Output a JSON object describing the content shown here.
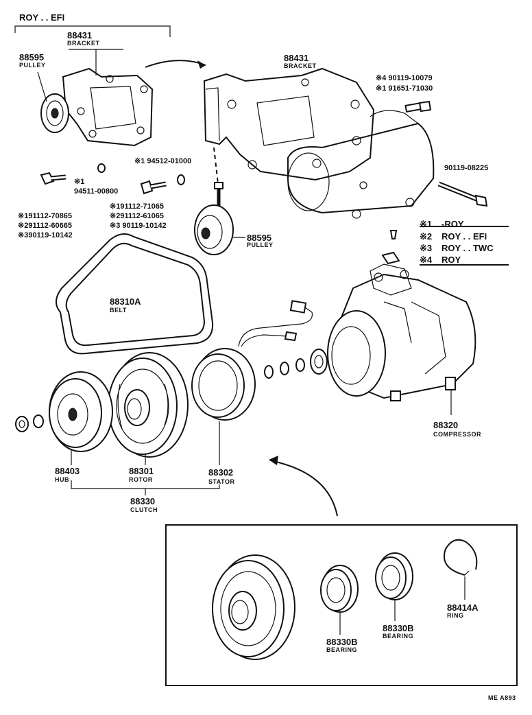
{
  "header": {
    "title": "ROY . . EFI"
  },
  "labels": {
    "bracket_inset_num": "88431",
    "bracket_inset_name": "BRACKET",
    "pulley_inset_num": "88595",
    "pulley_inset_name": "PULLEY",
    "bracket_num": "88431",
    "bracket_name": "BRACKET",
    "bolt_4": "※4 90119-10079",
    "bolt_1": "※1 91651-71030",
    "bolt_long": "90119-08225",
    "washer_1": "※1 94512-01000",
    "washer_2_mark": "※1",
    "washer_2_num": "94511-00800",
    "bolt_a1": "※191112-71065",
    "bolt_a2": "※291112-61065",
    "bolt_a3": "※3 90119-10142",
    "bolt_b1": "※191112-70865",
    "bolt_b2": "※291112-60665",
    "bolt_b3": "※390119-10142",
    "pulley_num": "88595",
    "pulley_name": "PULLEY",
    "belt_num": "88310A",
    "belt_name": "BELT",
    "compressor_num": "88320",
    "compressor_name": "COMPRESSOR",
    "hub_num": "88403",
    "hub_name": "HUB",
    "rotor_num": "88301",
    "rotor_name": "ROTOR",
    "stator_num": "88302",
    "stator_name": "STATOR",
    "clutch_num": "88330",
    "clutch_name": "CLUTCH",
    "bearing1_num": "88330B",
    "bearing1_name": "BEARING",
    "bearing2_num": "88330B",
    "bearing2_name": "BEARING",
    "ring_num": "88414A",
    "ring_name": "RING",
    "footer_code": "ME  A893"
  },
  "legend": [
    {
      "mark": "※1",
      "text": "-ROY"
    },
    {
      "mark": "※2",
      "text": "ROY . . EFI"
    },
    {
      "mark": "※3",
      "text": "ROY . . TWC"
    },
    {
      "mark": "※4",
      "text": "ROY"
    }
  ]
}
